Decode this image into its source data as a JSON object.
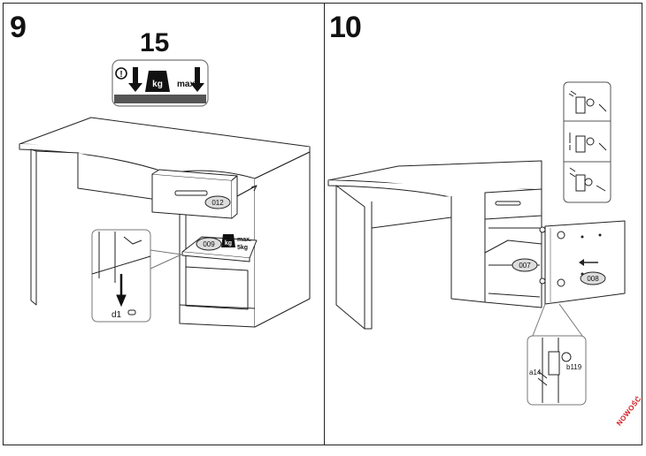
{
  "steps": {
    "left": {
      "number": "9"
    },
    "right": {
      "number": "10"
    }
  },
  "load_warning": {
    "weight": "15",
    "kg": "kg",
    "max": "max.",
    "alert": "!"
  },
  "shelf_load": {
    "kg": "kg",
    "max": "max.",
    "weight": "5kg"
  },
  "part_labels": {
    "drawer": "012",
    "shelf": "009",
    "bottom_shelf": "007",
    "door": "008",
    "peg": "d1"
  },
  "hinge_labels": {
    "a": "a14",
    "b": "b119"
  },
  "watermark": "NOWOŚĆ"
}
